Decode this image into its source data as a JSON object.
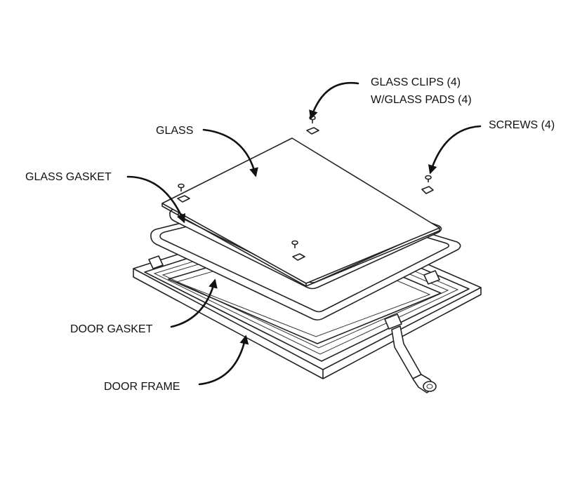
{
  "callouts": {
    "glass_clips_line1": "GLASS CLIPS (4)",
    "glass_clips_line2": "W/GLASS PADS (4)",
    "screws": "SCREWS (4)",
    "glass": "GLASS",
    "glass_gasket": "GLASS GASKET",
    "door_gasket": "DOOR GASKET",
    "door_frame": "DOOR FRAME"
  },
  "colors": {
    "line": "#222222",
    "text": "#111111",
    "background": "#ffffff"
  },
  "icons": {
    "arrow": "curved-arrow-icon",
    "screw": "screw-icon",
    "clip": "glass-clip-icon"
  }
}
